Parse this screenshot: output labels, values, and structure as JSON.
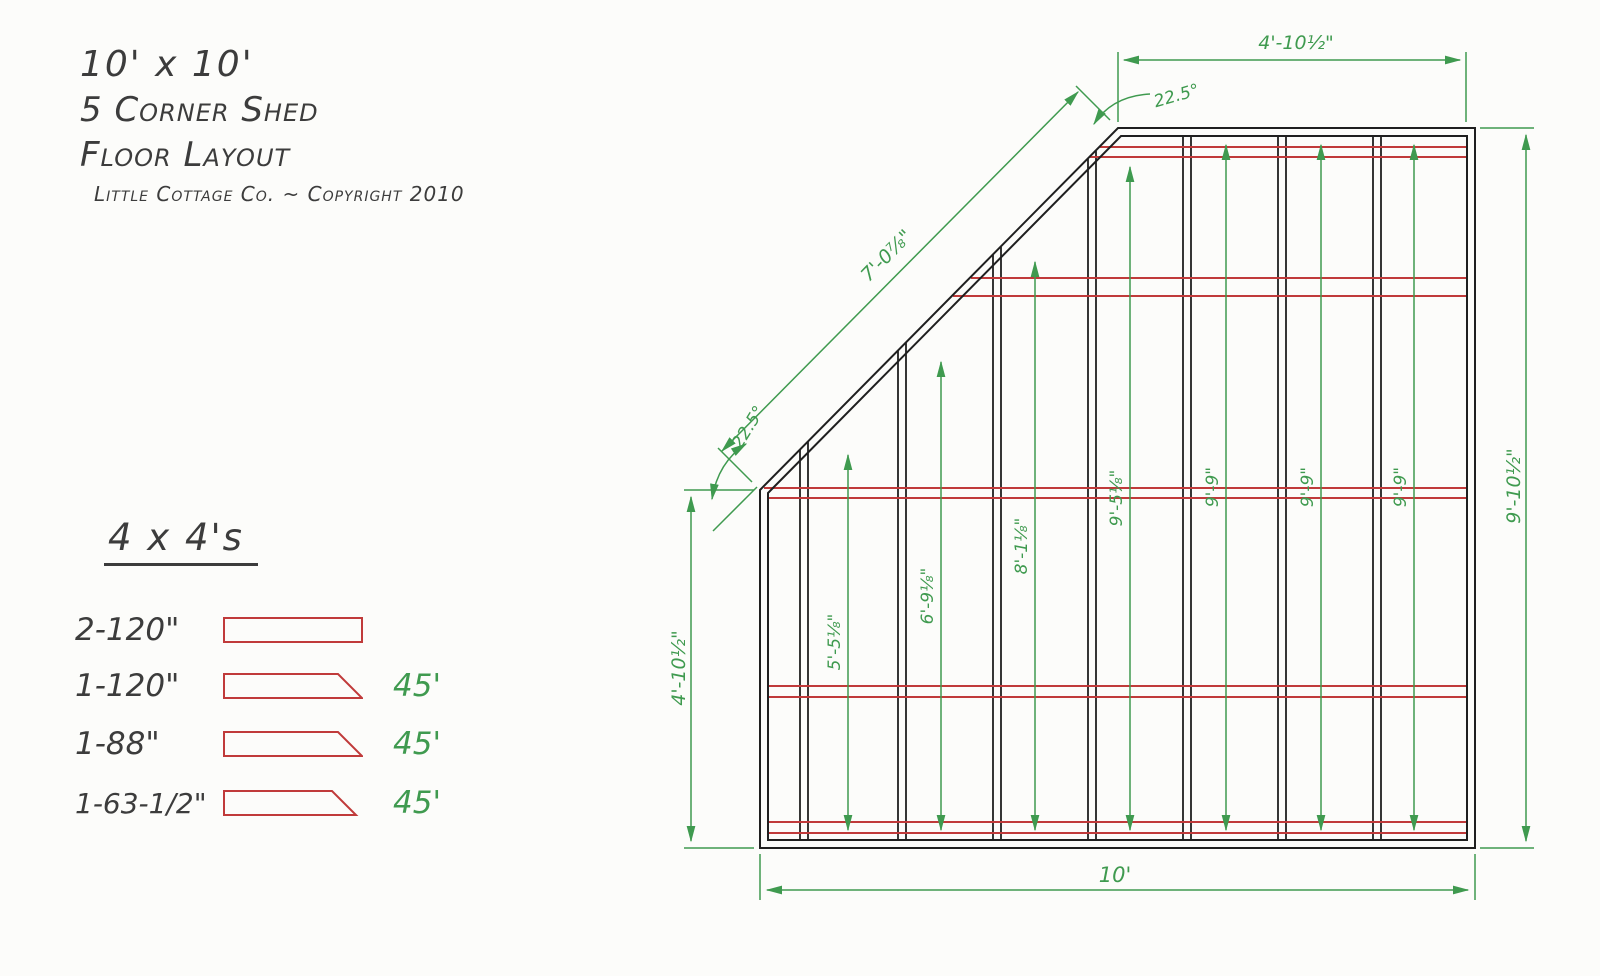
{
  "title_block": {
    "line1": "10' x 10'",
    "line2": "5 Corner Shed",
    "line3": "Floor Layout",
    "line4": "Little Cottage Co. ~ Copyright 2010"
  },
  "legend": {
    "heading": "4 x 4's",
    "items": [
      {
        "label": "2-120\"",
        "cut": ""
      },
      {
        "label": "1-120\"",
        "cut": "45'"
      },
      {
        "label": "1-88\"",
        "cut": "45'"
      },
      {
        "label": "1-63-1/2\"",
        "cut": "45'"
      }
    ]
  },
  "plan": {
    "dimensions": {
      "top": "4'-10½\"",
      "top_angle": "22.5°",
      "diagonal": "7'-0⅞\"",
      "left_angle": "22.5°",
      "left": "4'-10½\"",
      "right": "9'-10½\"",
      "bottom": "10'",
      "bays": [
        "5'-5⅛\"",
        "6'-9⅛\"",
        "8'-1⅛\"",
        "9'-5⅛\"",
        "9'-9\"",
        "9'-9\"",
        "9'-9\""
      ]
    },
    "colors": {
      "frame": "#1f1f1f",
      "runner": "#c03a3a",
      "dimension": "#3f9a4f"
    }
  }
}
